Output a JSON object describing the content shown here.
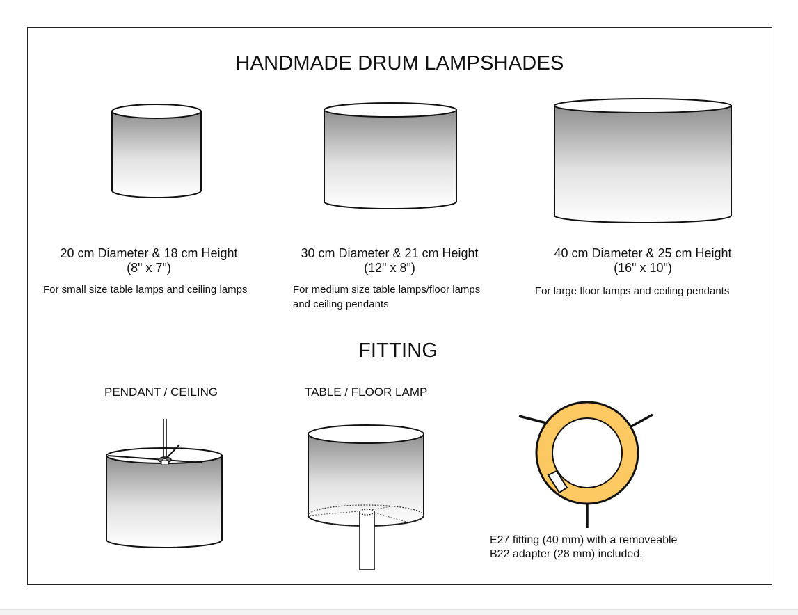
{
  "title": "HANDMADE DRUM LAMPSHADES",
  "shades": [
    {
      "size": "20 cm Diameter & 18 cm Height",
      "inches": "(8\" x 7\")",
      "use_line1": "For small size table lamps and ceiling lamps",
      "use_line2": ""
    },
    {
      "size": "30 cm Diameter & 21 cm Height",
      "inches": "(12\" x 8\")",
      "use_line1": "For medium size table lamps/floor lamps",
      "use_line2": "and ceiling pendants"
    },
    {
      "size": "40 cm Diameter & 25 cm Height",
      "inches": "(16\" x 10\")",
      "use_line1": "For large floor lamps and ceiling pendants",
      "use_line2": ""
    }
  ],
  "fitting": {
    "title": "FITTING",
    "pendant_label": "PENDANT / CEILING",
    "table_label": "TABLE / FLOOR LAMP",
    "note_line1": "E27 fitting (40 mm) with a removeable",
    "note_line2": "B22 adapter (28 mm) included."
  },
  "colors": {
    "ring_fill": "#fcc862",
    "outline": "#111111"
  }
}
